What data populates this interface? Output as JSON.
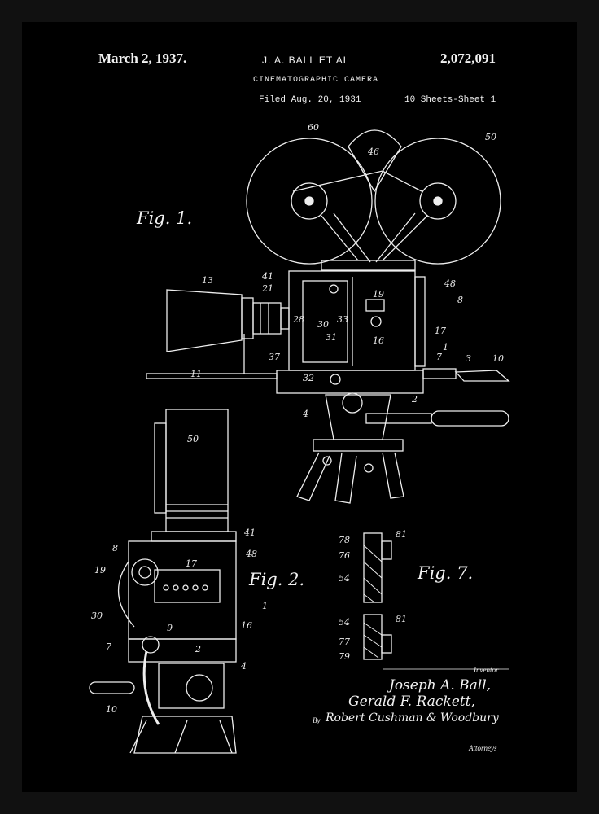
{
  "header": {
    "date": "March 2, 1937.",
    "inventor_short": "J. A. BALL ET AL",
    "patent_number": "2,072,091",
    "title": "CINEMATOGRAPHIC CAMERA",
    "filed": "Filed Aug. 20, 1931",
    "sheet": "10 Sheets-Sheet 1"
  },
  "figures": {
    "fig1": "Fig. 1.",
    "fig2": "Fig. 2.",
    "fig7": "Fig. 7."
  },
  "signature": {
    "inventor_label": "Inventor",
    "name1": "Joseph A. Ball,",
    "name2": "Gerald F. Rackett,",
    "by": "By",
    "attorney_sig": "Robert Cushman & Woodbury",
    "attorneys_label": "Attorneys"
  },
  "ref_numerals": {
    "fig1": [
      "60",
      "46",
      "50",
      "13",
      "41",
      "21",
      "48",
      "8",
      "19",
      "33",
      "28",
      "30",
      "31",
      "16",
      "17",
      "1",
      "7",
      "3",
      "10",
      "37",
      "11",
      "32",
      "2",
      "4"
    ],
    "fig2": [
      "50",
      "41",
      "48",
      "8",
      "19",
      "17",
      "30",
      "1",
      "16",
      "9",
      "7",
      "2",
      "4",
      "10"
    ],
    "fig7": [
      "78",
      "81",
      "76",
      "54",
      "54",
      "81",
      "77",
      "79"
    ]
  },
  "colors": {
    "background": "#000000",
    "ink": "#f2f2f2",
    "frame": "#111111"
  }
}
